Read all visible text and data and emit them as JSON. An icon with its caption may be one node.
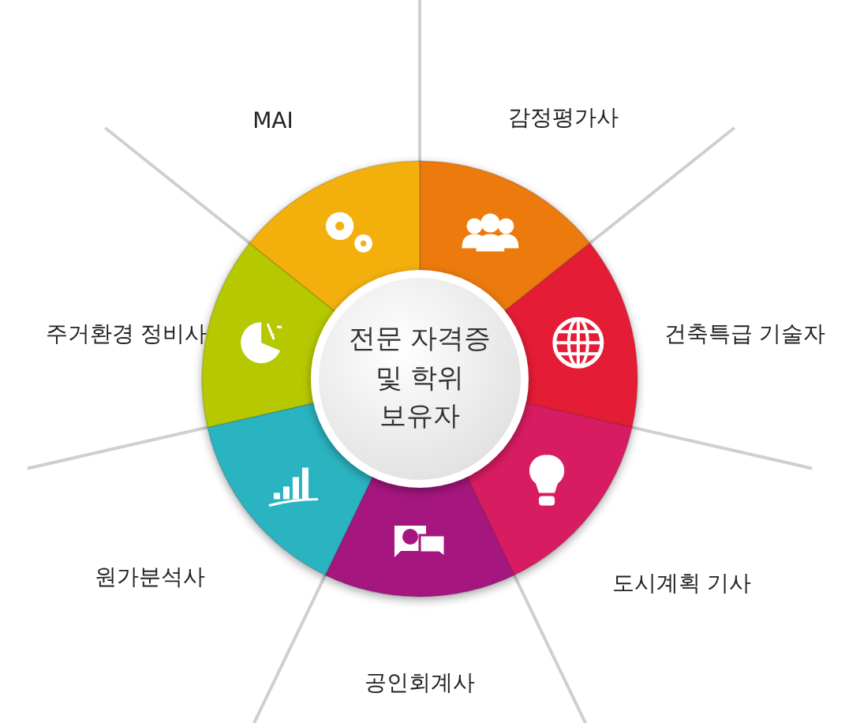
{
  "diagram": {
    "nodes": [
      {
        "text": [
          "전문 자격증 및 학위 보유자"
        ]
      }
    ],
    "labels": [
      "MAI",
      "감정평가사",
      "주거환경 정비사",
      "건축특급 기술자",
      "원가분석사",
      "도시계획 기사",
      "공인회계사"
    ]
  }
}
